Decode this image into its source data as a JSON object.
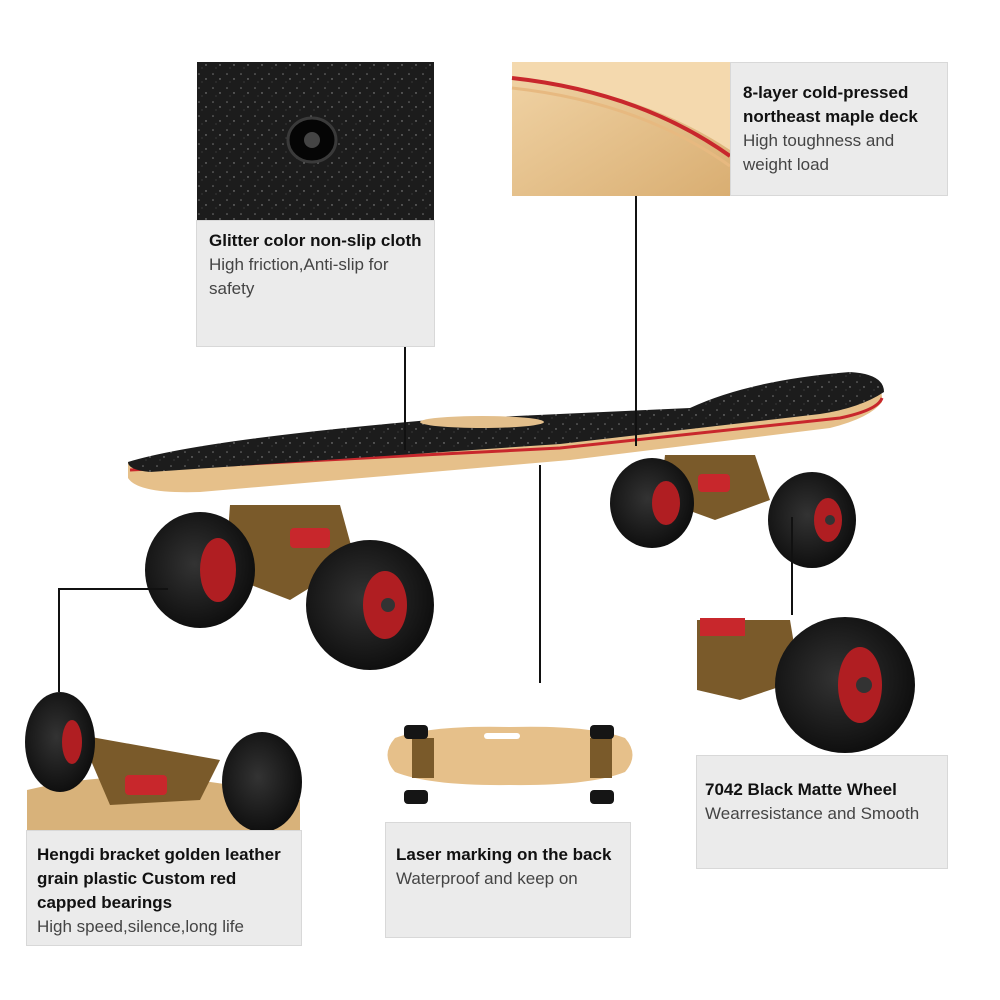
{
  "callouts": {
    "grip": {
      "title": "Glitter color non-slip cloth",
      "desc": "High friction,Anti-slip for safety",
      "icon": "grip-tape-closeup"
    },
    "deck": {
      "title": "8-layer cold-pressed northeast maple deck",
      "desc": "High toughness and weight load",
      "icon": "maple-layers-closeup"
    },
    "bracket": {
      "title": "Hengdi bracket golden leather grain plastic Custom red capped bearings",
      "desc": "High speed,silence,long life",
      "icon": "truck-closeup"
    },
    "laser": {
      "title": "Laser marking on the back",
      "desc": "Waterproof and keep on",
      "icon": "deck-bottom-view"
    },
    "wheel": {
      "title": "7042 Black Matte Wheel",
      "desc": "Wearresistance and Smooth",
      "icon": "wheel-closeup"
    }
  },
  "colors": {
    "panel_bg": "#ebebeb",
    "grip": "#1c1c1c",
    "maple": "#e3bf8c",
    "red_stripe": "#c8272c",
    "truck": "#7a5a2a",
    "wheel": "#151515",
    "hub": "#b01e22"
  }
}
